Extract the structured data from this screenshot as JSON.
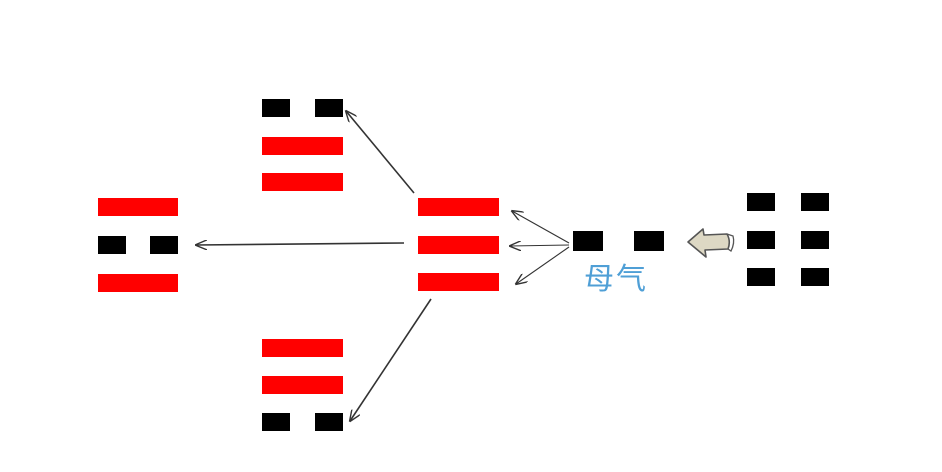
{
  "colors": {
    "yang": "#ff0000",
    "yin": "#000000",
    "arrow": "#333333",
    "caption": "#4f9fd6",
    "block_arrow_fill": "#ddd8c4",
    "block_arrow_stroke": "#555555"
  },
  "caption": {
    "text": "母气"
  },
  "trigrams": [
    {
      "id": "left",
      "lines": [
        "yang",
        "yin",
        "yang"
      ]
    },
    {
      "id": "top",
      "lines": [
        "yin",
        "yang",
        "yang"
      ]
    },
    {
      "id": "center",
      "lines": [
        "yang",
        "yang",
        "yang"
      ]
    },
    {
      "id": "bottom",
      "lines": [
        "yang",
        "yang",
        "yin"
      ]
    },
    {
      "id": "source-line",
      "lines": [
        "yin"
      ]
    },
    {
      "id": "right",
      "lines": [
        "yin",
        "yin",
        "yin"
      ]
    }
  ],
  "icons": {
    "block_arrow": "block-arrow-left-icon"
  }
}
